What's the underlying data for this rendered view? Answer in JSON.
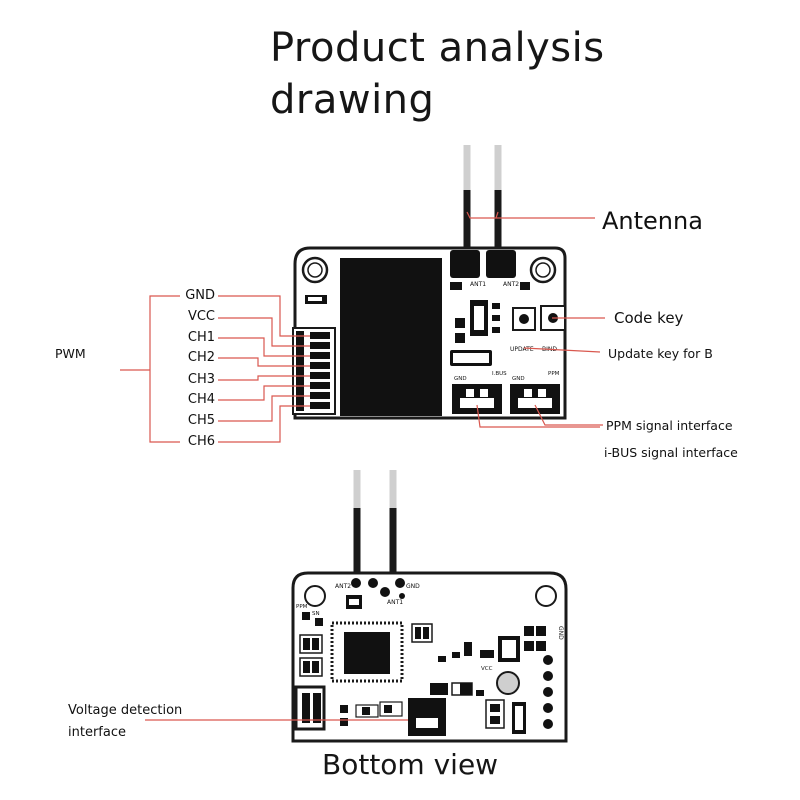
{
  "title": {
    "line1": "Product analysis",
    "line2": "drawing"
  },
  "labels": {
    "antenna": "Antenna",
    "code_key": "Code key",
    "update_key": "Update key for B",
    "ppm_interface": "PPM signal interface",
    "ibus_interface": "i-BUS signal interface",
    "pwm": "PWM",
    "voltage_detection_line1": "Voltage detection",
    "voltage_detection_line2": "interface"
  },
  "pins": [
    "GND",
    "VCC",
    "CH1",
    "CH2",
    "CH3",
    "CH4",
    "CH5",
    "CH6"
  ],
  "board_silkscreen": {
    "ant1": "ANT1",
    "ant2": "ANT2",
    "update": "UPDATE",
    "bind": "BIND",
    "gnd": "GND",
    "ibus": "I.BUS",
    "ppm": "PPM",
    "vcc": "VCC",
    "sn": "SN"
  },
  "bottom_title": "Bottom view",
  "colors": {
    "callout_line": "#d9584f",
    "board": "#1a1a1a",
    "text": "#111111"
  }
}
